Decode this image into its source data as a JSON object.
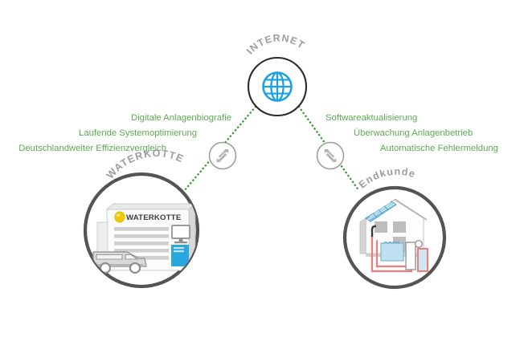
{
  "diagram": {
    "title_internet": "INTERNET",
    "label_left": "WATERKOTTE",
    "label_right": "Endkunde",
    "logo_text": "WATERKOTTE",
    "left_benefits": [
      "Digitale Anlagenbiografie",
      "Laufende Systemoptimierung",
      "Deutschlandweiter Effizienzvergleich"
    ],
    "right_benefits": [
      "Softwareaktualisierung",
      "Überwachung Anlagenbetrieb",
      "Automatische Fehlermeldung"
    ],
    "icons": {
      "globe": "globe-icon",
      "exchange_left": "bidirectional-arrow-icon",
      "exchange_right": "bidirectional-arrow-icon",
      "company": "company-building-icon",
      "van": "service-van-icon",
      "monitor": "desktop-monitor-icon",
      "house": "customer-house-icon",
      "solar": "solar-panel-icon",
      "heatpump": "heat-pump-icon"
    },
    "colors": {
      "green_text": "#5cab52",
      "green_line": "#2f9e2f",
      "gray_label": "#9d9d9d",
      "circle_stroke_big": "#555555",
      "circle_stroke_small": "#333333",
      "globe_blue": "#1ba0e2",
      "logo_yellow": "#f2c800",
      "pipe_red": "#f07b7b",
      "pipe_blue": "#8fcdea",
      "background": "#ffffff"
    }
  }
}
